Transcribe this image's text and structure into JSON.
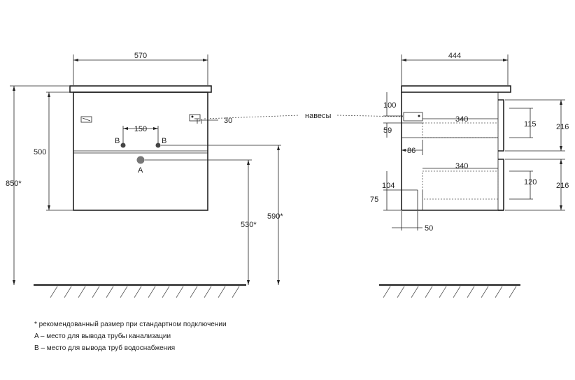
{
  "front_view": {
    "width": "570",
    "height": "500",
    "total_height": "850*",
    "pipe_spacing": "150",
    "label_b_left": "B",
    "label_b_right": "B",
    "label_a": "A",
    "offset_30": "30",
    "height_530": "530*",
    "height_590": "590*"
  },
  "hangers_label": "навесы",
  "side_view": {
    "depth": "444",
    "dim_100": "100",
    "dim_59": "59",
    "dim_86": "86",
    "dim_340_top": "340",
    "dim_340_bottom": "340",
    "dim_104": "104",
    "dim_75": "75",
    "dim_50": "50",
    "dim_115": "115",
    "dim_120": "120",
    "dim_216_top": "216",
    "dim_216_bottom": "216"
  },
  "notes": {
    "recommended": "* рекомендованный размер при стандартном подключении",
    "a_note": "A – место для вывода трубы канализации",
    "b_note": "B – место для вывода труб водоснабжения"
  }
}
